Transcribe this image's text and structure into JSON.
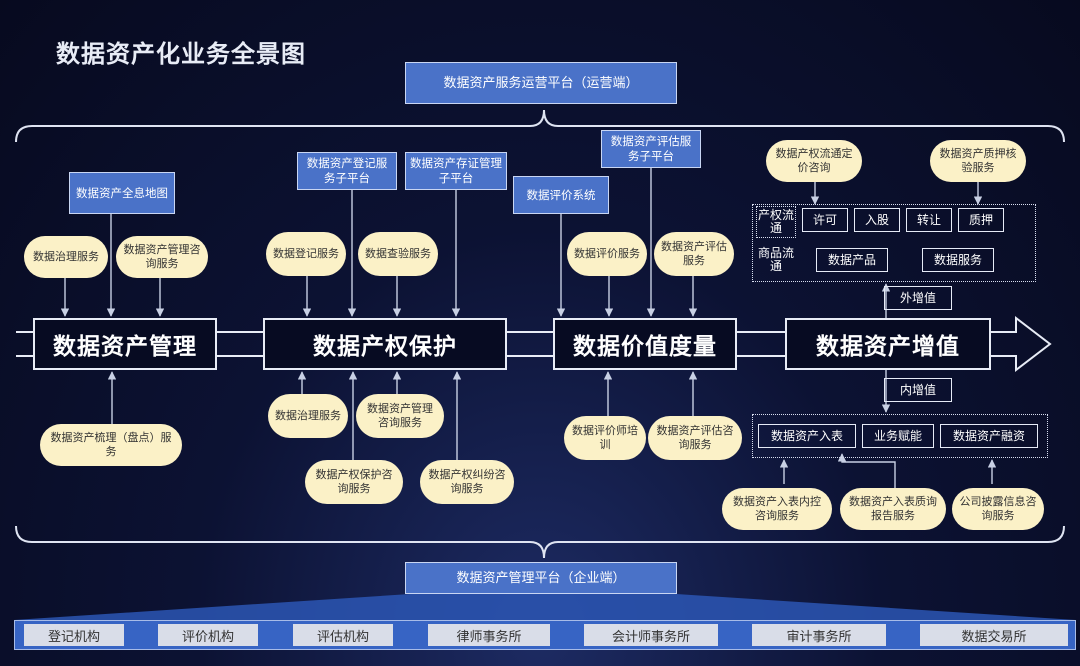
{
  "title": "数据资产化业务全景图",
  "top_platform": "数据资产服务运营平台（运营端）",
  "bottom_platform": "数据资产管理平台（企业端）",
  "stages": [
    "数据资产管理",
    "数据产权保护",
    "数据价值度量",
    "数据资产增值"
  ],
  "mgmt": {
    "map": "数据资产全息地图",
    "governance": "数据治理服务",
    "consulting": "数据资产管理咨询服务",
    "sorting": "数据资产梳理（盘点）服务"
  },
  "rights": {
    "register_platform": "数据资产登记服务子平台",
    "deposit_platform": "数据资产存证管理子平台",
    "register": "数据登记服务",
    "check": "数据查验服务",
    "governance": "数据治理服务",
    "consulting": "数据资产管理咨询服务",
    "protection": "数据产权保护咨询服务",
    "dispute": "数据产权纠纷咨询服务"
  },
  "value": {
    "eval_system": "数据评价系统",
    "eval_platform": "数据资产评估服务子平台",
    "eval_service": "数据评价服务",
    "asset_eval": "数据资产评估服务",
    "training": "数据评价师培训",
    "eval_consult": "数据资产评估咨询服务"
  },
  "appreciation": {
    "pricing": "数据产权流通定价咨询",
    "pledge": "数据资产质押核验服务",
    "rights_flow": "产权流通",
    "rights_items": [
      "许可",
      "入股",
      "转让",
      "质押"
    ],
    "goods_flow": "商品流通",
    "goods_items": [
      "数据产品",
      "数据服务"
    ],
    "external": "外增值",
    "internal": "内增值",
    "internal_items": [
      "数据资产入表",
      "业务赋能",
      "数据资产融资"
    ],
    "ic_consult": "数据资产入表内控咨询服务",
    "qa_consult": "数据资产入表质询报告服务",
    "disclosure": "公司披露信息咨询服务"
  },
  "institutions": [
    "登记机构",
    "评价机构",
    "评估机构",
    "律师事务所",
    "会计师事务所",
    "审计事务所",
    "数据交易所"
  ],
  "colors": {
    "box_blue": "#4a72c8",
    "pill": "#fbf1c7",
    "band": "#3764c4",
    "background": "#0c1233"
  }
}
